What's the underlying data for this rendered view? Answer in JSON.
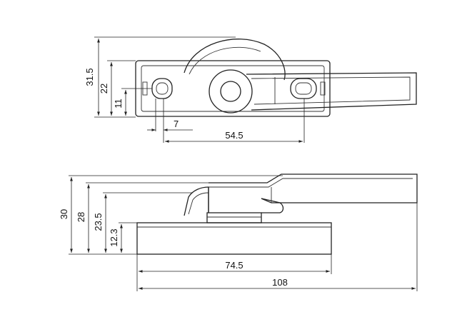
{
  "colors": {
    "line": "#222222",
    "background": "#ffffff"
  },
  "top_view": {
    "dims": {
      "height_overall": "31.5",
      "height_mid": "22",
      "height_slot": "11",
      "slot_width": "7",
      "hole_spacing": "54.5"
    }
  },
  "side_view": {
    "dims": {
      "height_overall": "30",
      "height_handle": "28",
      "height_cam": "23.5",
      "height_base": "12.3",
      "base_length": "74.5",
      "total_length": "108"
    }
  }
}
